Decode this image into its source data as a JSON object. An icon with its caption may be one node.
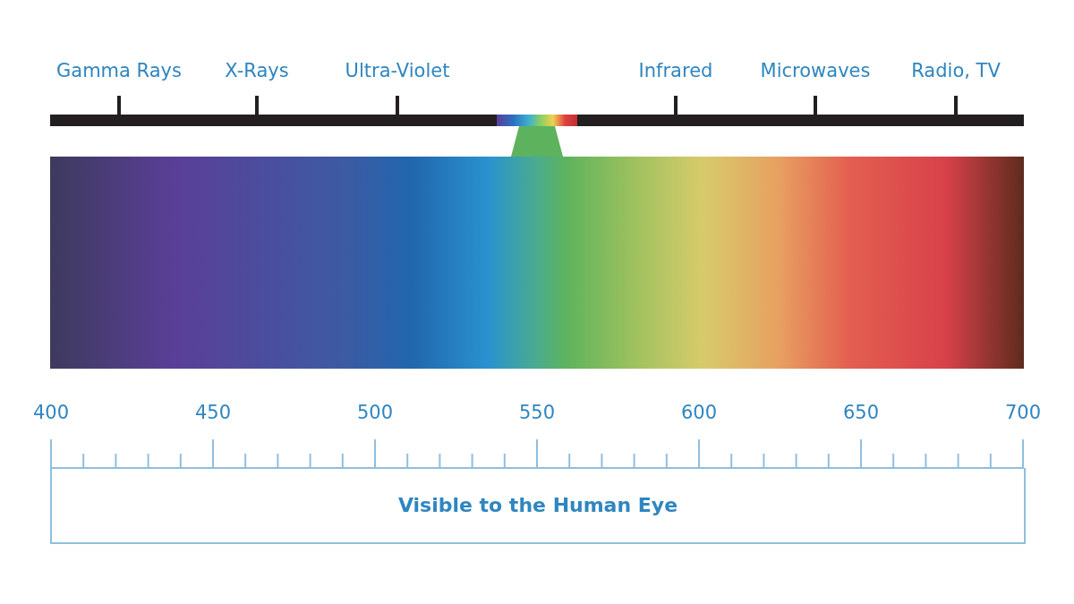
{
  "diagram": {
    "nodes": [
      {
        "text": [
          "Visible to the Human Eye"
        ]
      }
    ],
    "edges": [],
    "labels": [
      "Gamma Rays",
      "X-Rays",
      "Ultra-Violet",
      "Infrared",
      "Microwaves",
      "Radio, TV",
      "400",
      "450",
      "500",
      "550",
      "600",
      "650",
      "700"
    ]
  }
}
